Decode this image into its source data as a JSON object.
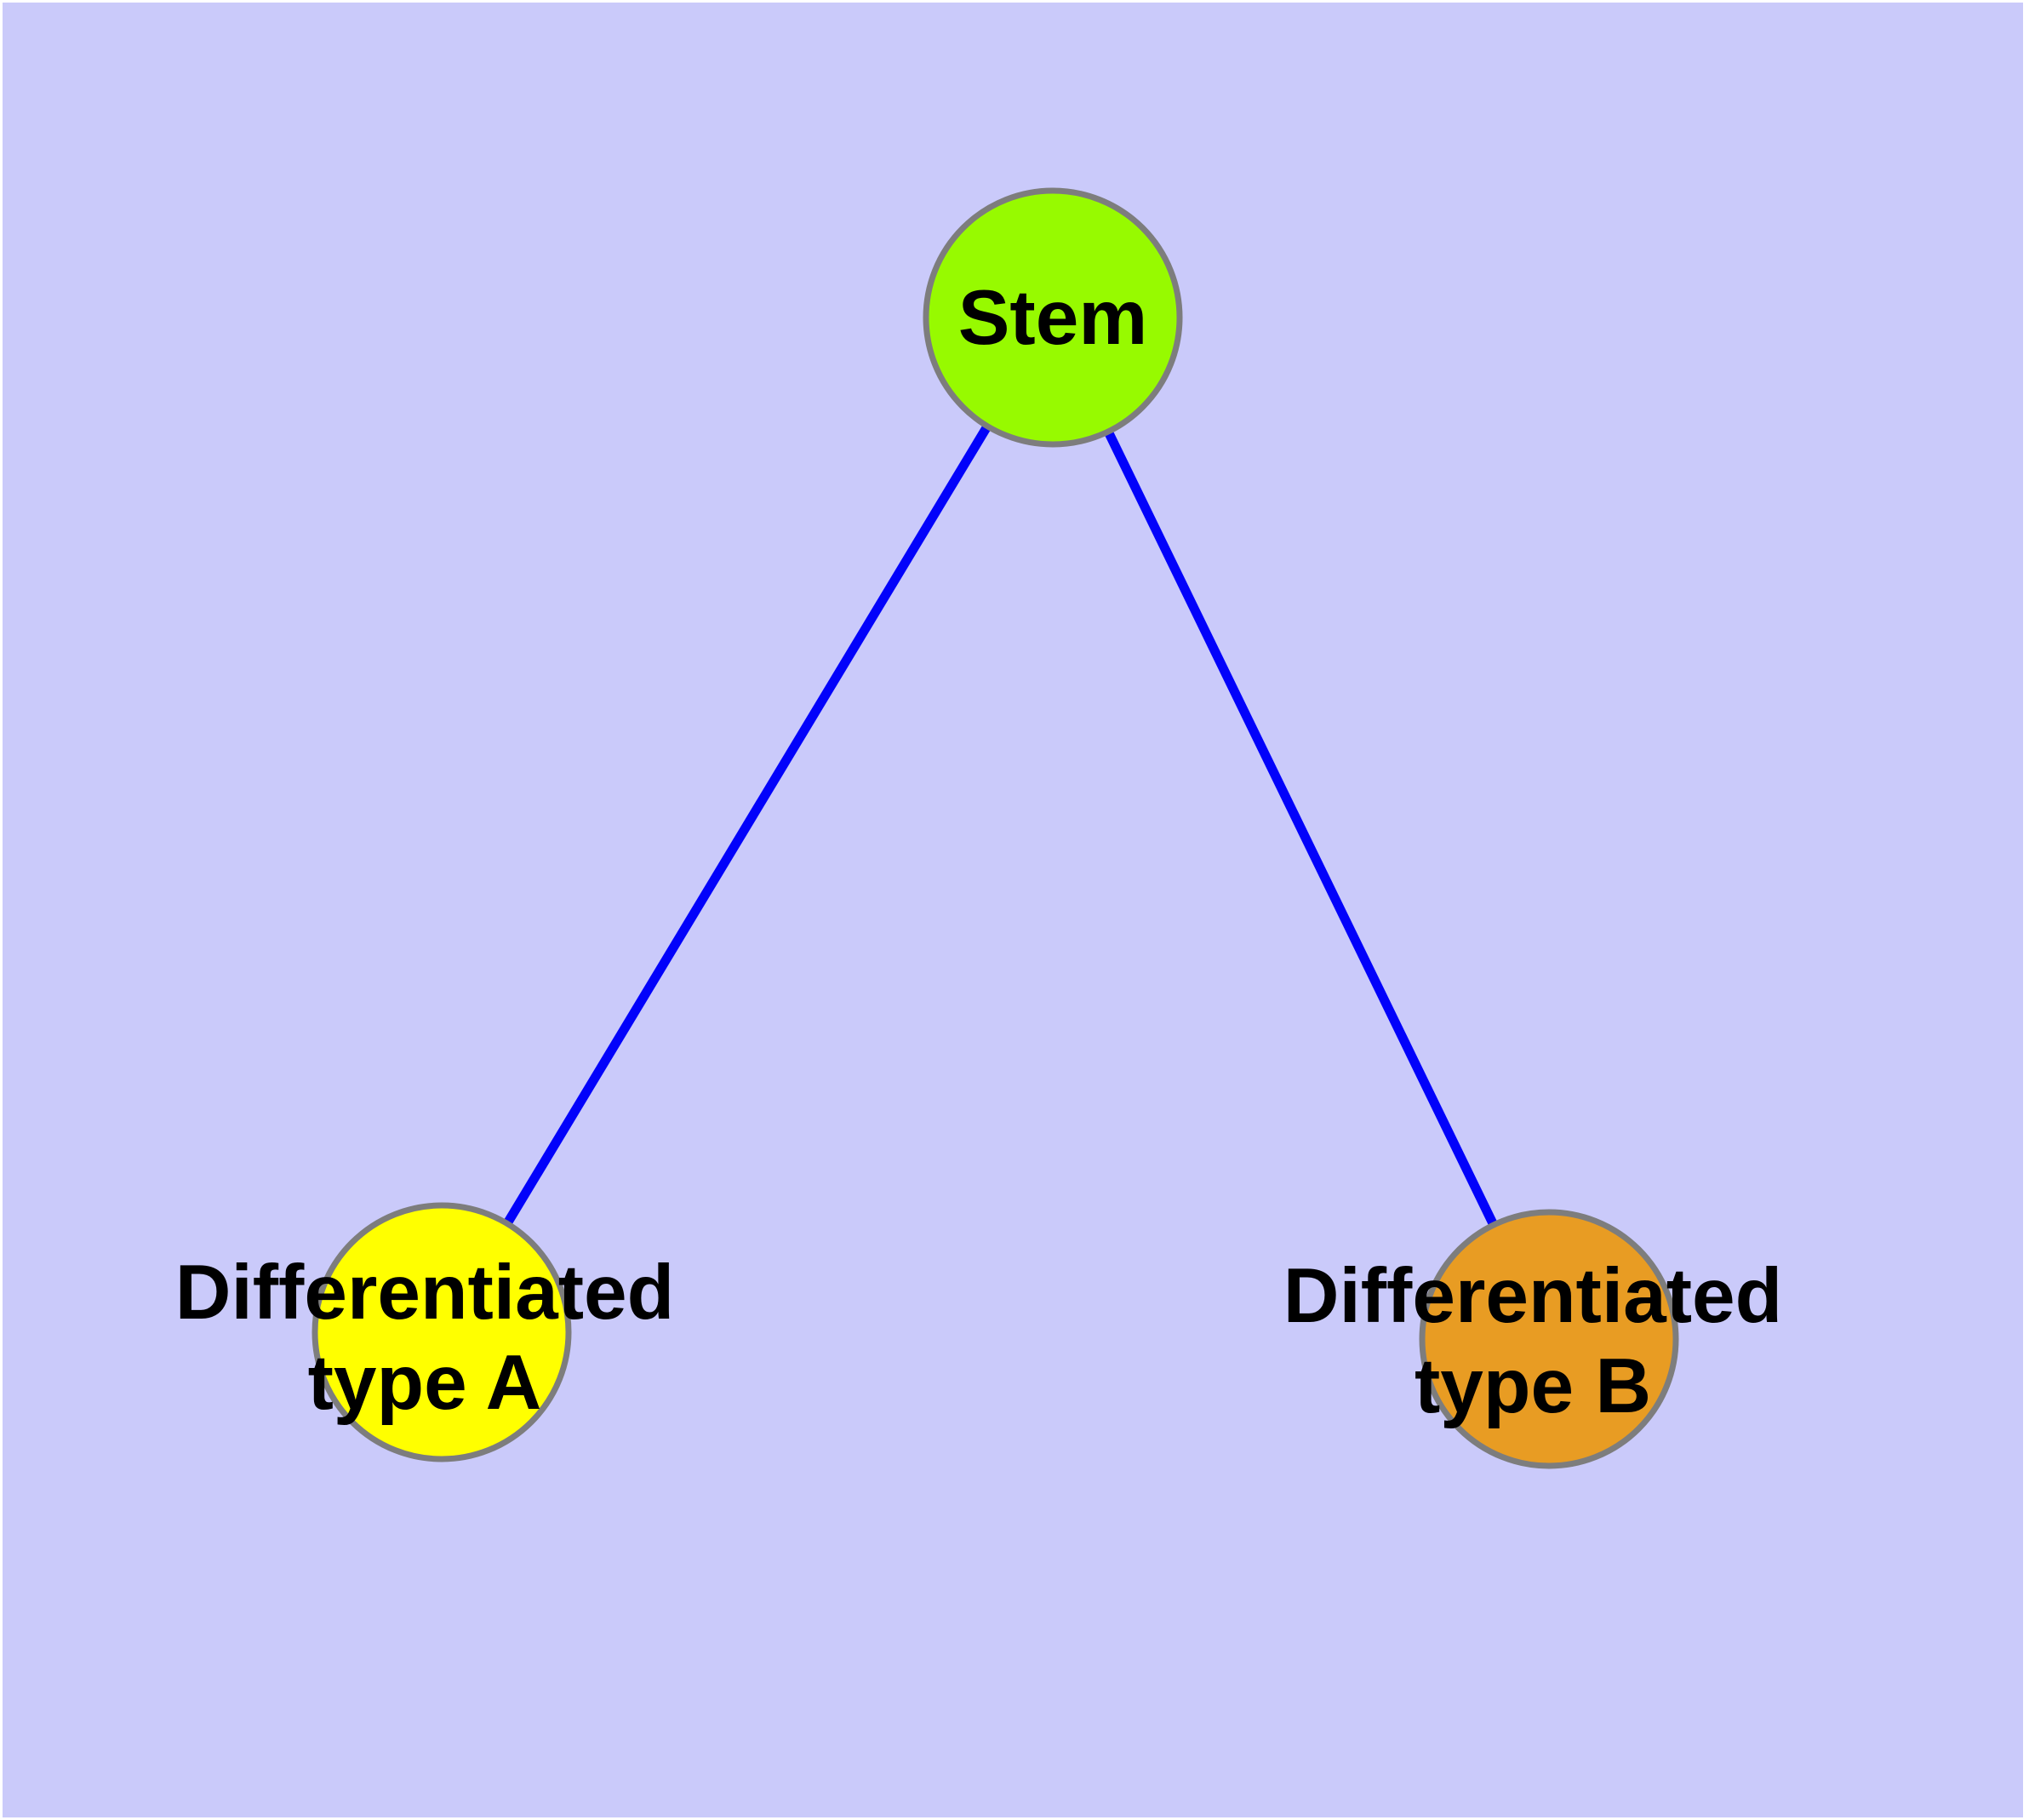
{
  "graph": {
    "background": "#cacafa",
    "style": {
      "node_border_color": "#7d7d7d",
      "edge_color": "#0202fa",
      "label_color": "#000000"
    },
    "nodes": [
      {
        "id": "stem",
        "label": "Stem",
        "fill": "#97fa00"
      },
      {
        "id": "differentiated-type-a",
        "label_line1": "Differentiated",
        "label_line2": "type A",
        "fill": "#ffff00"
      },
      {
        "id": "differentiated-type-b",
        "label_line1": "Differentiated",
        "label_line2": "type B",
        "fill": "#e89c23"
      }
    ],
    "edges": [
      {
        "from": "Stem",
        "to": "Differentiated type A"
      },
      {
        "from": "Stem",
        "to": "Differentiated type B"
      }
    ]
  }
}
